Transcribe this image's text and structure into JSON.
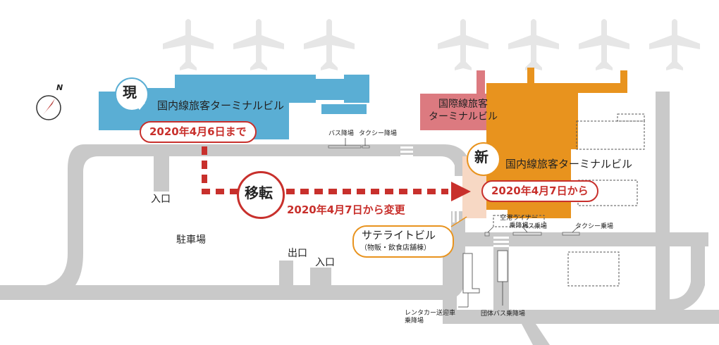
{
  "current_terminal": {
    "badge": "現",
    "name": "国内線旅客ターミナルビル",
    "until": "2020年4月6日まで"
  },
  "new_terminal": {
    "badge": "新",
    "name": "国内線旅客ターミナルビル",
    "from": "2020年4月7日から"
  },
  "international_terminal": {
    "line1": "国際線旅客",
    "line2": "ターミナルビル"
  },
  "relocation": {
    "badge": "移転",
    "change_date": "2020年4月7日から変更"
  },
  "satellite": {
    "name": "サテライトビル",
    "sub": "（物販・飲食店舗棟）"
  },
  "labels": {
    "bus_stop": "バス降場",
    "taxi_stop": "タクシー降場",
    "entrance_left": "入口",
    "parking": "駐車場",
    "exit": "出口",
    "entrance_bottom": "入口",
    "airport_liner_1": "空港ライナー",
    "airport_liner_2": "乗降場",
    "bus_boarding": "バス乗場",
    "taxi_boarding": "タクシー乗場",
    "rental_1": "レンタカー送迎車",
    "rental_2": "乗降場",
    "group_bus": "団体バス乗降場"
  },
  "compass": {
    "north": "N"
  },
  "colors": {
    "current": "#5aaed4",
    "new": "#e8931e",
    "international": "#dc7a80",
    "road": "#c9c9c9",
    "arrow": "#c8302c",
    "satellite": "#f7d8c4",
    "plane": "#e6e6e6"
  }
}
